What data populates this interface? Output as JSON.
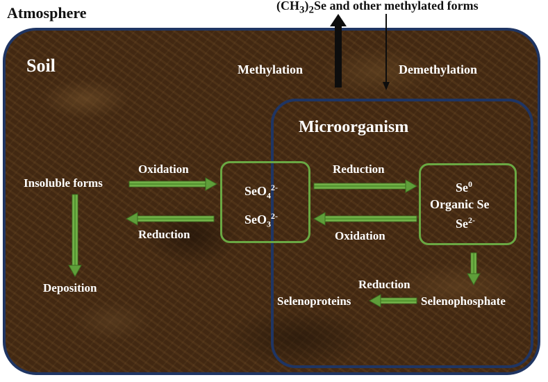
{
  "atmosphere": {
    "title": "Atmosphere"
  },
  "methylated_forms": {
    "prefix": "(CH",
    "sub1": "3",
    "mid": ")",
    "sub2": "2",
    "suffix": "Se and other methylated forms"
  },
  "soil": {
    "title": "Soil"
  },
  "processes": {
    "methylation": "Methylation",
    "demethylation": "Demethylation",
    "oxidation_left": "Oxidation",
    "reduction_left": "Reduction",
    "reduction_right": "Reduction",
    "oxidation_right": "Oxidation",
    "reduction_bottom": "Reduction"
  },
  "microorganism": {
    "title": "Microorganism"
  },
  "species": {
    "insoluble": "Insoluble forms",
    "deposition": "Deposition",
    "selenate": {
      "base": "SeO",
      "sub": "4",
      "sup": "2-"
    },
    "selenite": {
      "base": "SeO",
      "sub": "3",
      "sup": "2-"
    },
    "se0": {
      "base": "Se",
      "sup": "0"
    },
    "organic": "Organic Se",
    "selenide": {
      "base": "Se",
      "sup": "2-"
    },
    "selenophosphate": "Selenophosphate",
    "selenoproteins": "Selenoproteins"
  },
  "colors": {
    "soil_border": "#1f3563",
    "green_arrow": "#6aa843",
    "soil_brown": "#4a2e15"
  }
}
